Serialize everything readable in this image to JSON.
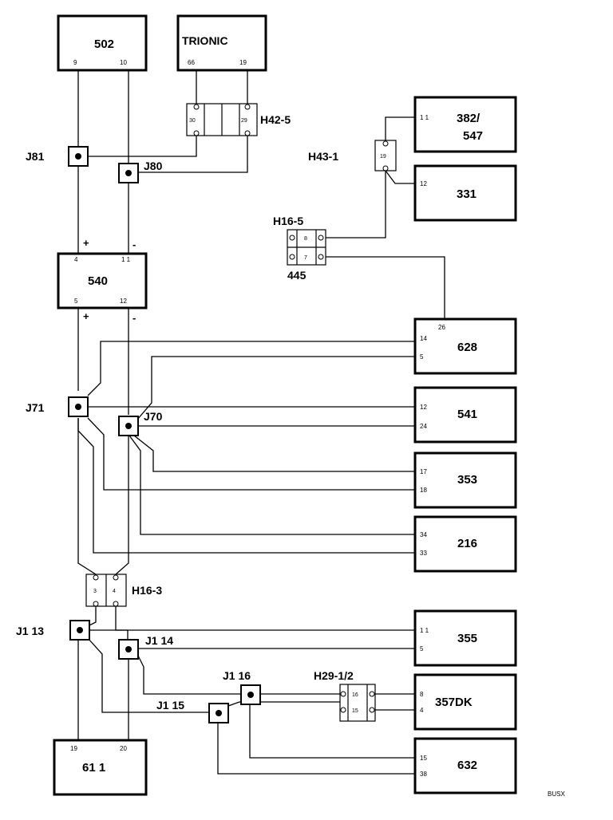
{
  "components": {
    "c502": {
      "label": "502",
      "pin_a": "9",
      "pin_b": "10"
    },
    "trionic": {
      "label": "TRIONIC",
      "pin_a": "66",
      "pin_b": "19"
    },
    "c382": {
      "label_line1": "382/",
      "label_line2": "547",
      "pin": "1 1"
    },
    "c331": {
      "label": "331",
      "pin": "12"
    },
    "c540": {
      "label": "540",
      "pin_top_a": "4",
      "pin_top_b": "1 1",
      "pin_bot_a": "5",
      "pin_bot_b": "12"
    },
    "c628": {
      "label": "628",
      "pin_top": "26",
      "pin_a": "14",
      "pin_b": "5"
    },
    "c541": {
      "label": "541",
      "pin_a": "12",
      "pin_b": "24"
    },
    "c353": {
      "label": "353",
      "pin_a": "17",
      "pin_b": "18"
    },
    "c216": {
      "label": "216",
      "pin_a": "34",
      "pin_b": "33"
    },
    "c355": {
      "label": "355",
      "pin_a": "1 1",
      "pin_b": "5"
    },
    "c357": {
      "label": "357DK",
      "pin_a": "8",
      "pin_b": "4"
    },
    "c632": {
      "label": "632",
      "pin_a": "15",
      "pin_b": "38"
    },
    "c611": {
      "label": "61  1",
      "pin_a": "19",
      "pin_b": "20"
    }
  },
  "connectors": {
    "h42": {
      "label": "H42-5",
      "pin_a": "30",
      "pin_b": "29"
    },
    "h43": {
      "label": "H43-1",
      "pin": "19"
    },
    "h16_5": {
      "label": "H16-5",
      "sub_label": "445",
      "pin_a": "8",
      "pin_b": "7"
    },
    "h16_3": {
      "label": "H16-3",
      "pin_a": "3",
      "pin_b": "4"
    },
    "h29": {
      "label": "H29-1/2",
      "pin_a": "16",
      "pin_b": "15"
    }
  },
  "junctions": {
    "j81": "J81",
    "j80": "J80",
    "j71": "J71",
    "j70": "J70",
    "j1_13": "J1  13",
    "j1_14": "J1  14",
    "j1_15": "J1  15",
    "j1_16": "J1  16"
  },
  "polarity": {
    "plus": "+",
    "minus": "-"
  },
  "footer_code": "BUSX"
}
